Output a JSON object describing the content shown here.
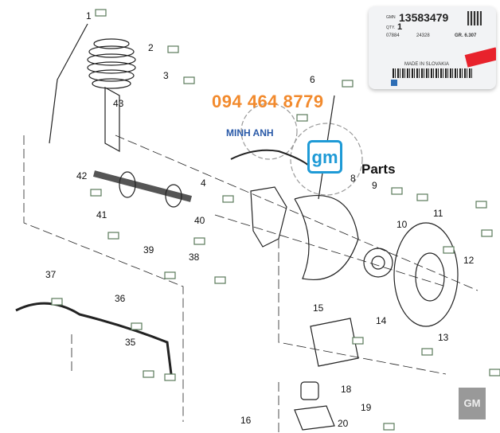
{
  "label_card": {
    "part_number_prefix": "GMN",
    "part_number": "13583479",
    "qty_label": "QTY.",
    "qty": "1",
    "code1": "07884",
    "code2": "24328",
    "gr": "GR. 6.307",
    "origin": "MADE IN SLOVAKIA"
  },
  "watermark": {
    "phone": "094 464 8779",
    "shop_name": "MINH ANH",
    "logo_text": "gm",
    "parts_text": "Parts",
    "badge_text": "GM"
  },
  "callouts": [
    "1",
    "2",
    "3",
    "43",
    "6",
    "42",
    "41",
    "4",
    "40",
    "39",
    "38",
    "8",
    "9",
    "10",
    "11",
    "12",
    "37",
    "36",
    "15",
    "14",
    "13",
    "35",
    "18",
    "19",
    "20",
    "16"
  ]
}
